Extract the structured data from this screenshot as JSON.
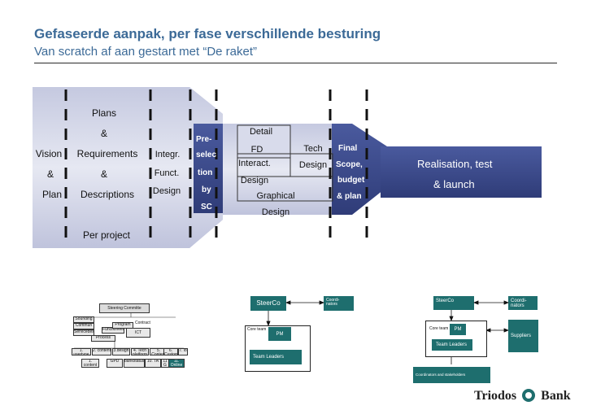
{
  "header": {
    "title": "Gefaseerde aanpak, per fase verschillende besturing",
    "subtitle": "Van scratch af aan gestart met “De raket”"
  },
  "rocket": {
    "col1": [
      "Vision",
      "&",
      "Plan"
    ],
    "col2_top": [
      "Plans",
      "&",
      "Requirements",
      "&",
      "Descriptions"
    ],
    "col2_bottom": "Per project",
    "col3": [
      "Integr.",
      "Funct.",
      "Design"
    ],
    "col4": [
      "Pre-",
      "selec",
      "tion",
      "by",
      "SC"
    ],
    "col5": [
      "Detail",
      "FD",
      "Interact.",
      "Design",
      "Graphical",
      "Design"
    ],
    "col6": [
      "Tech",
      "Design"
    ],
    "col7": [
      "Final",
      "Scope,",
      "budget",
      "& plan"
    ],
    "col8": [
      "Realisation, test",
      "& launch"
    ]
  },
  "org_chart_1": {
    "top": "Steering Committe",
    "side_left": [
      "Sounding",
      "Commun",
      "Servicedesk"
    ],
    "middle": [
      "Functioneel",
      "Program",
      "ICT",
      "Process"
    ],
    "contract": "Contract",
    "row": [
      "1. usertype",
      "2. content",
      "3.design",
      "4. Tech platform",
      "5. Content",
      "6. Customer",
      "7. lo"
    ],
    "row2": [
      "1. content",
      "product",
      "GPD",
      "8. IT",
      "bankstatus",
      "10. TA",
      "11 G",
      "11. Online",
      "leader"
    ],
    "row3": [
      "10. Online"
    ],
    "caption": "..."
  },
  "org_chart_2": {
    "steerco": "SteerCo",
    "coord": [
      "Coordi-",
      "nators"
    ],
    "core_team": "Core team",
    "pm": "PM",
    "team_leaders": "Team Leaders"
  },
  "org_chart_3": {
    "steerco": "SteerCo",
    "coord": [
      "Coordi-",
      "nators"
    ],
    "core_team": "Core team",
    "pm": "PM",
    "team_leaders": "Team Leaders",
    "suppliers": "Suppliers",
    "coordinators": "Coordinators and stakeholders"
  },
  "footer": {
    "logo_text_left": "Triodos",
    "logo_text_right": "Bank"
  },
  "colors": {
    "title": "#3c6a97",
    "rocket_dark": "#3d4b8c",
    "rocket_light": "#c8cbe0",
    "teal": "#1e6e6e"
  }
}
